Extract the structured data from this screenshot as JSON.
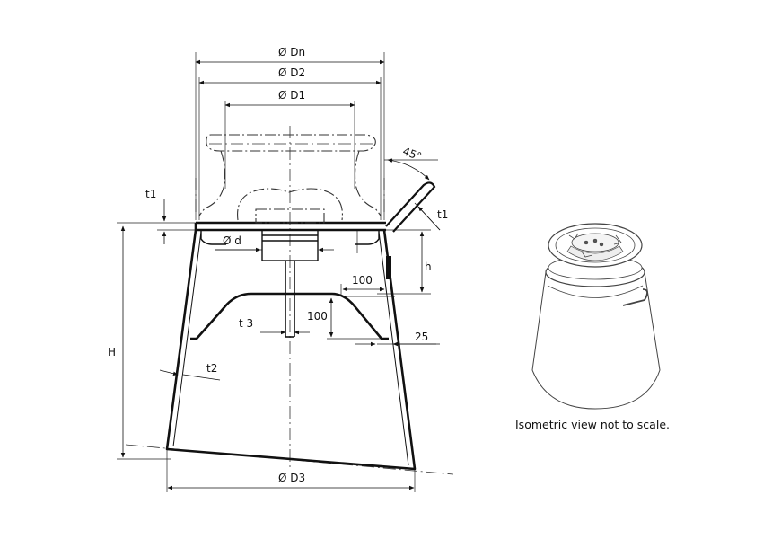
{
  "dimensions": {
    "dn": "Ø Dn",
    "d2": "Ø D2",
    "d1": "Ø D1",
    "angle": "45°",
    "t1_left": "t1",
    "t1_right": "t1",
    "d_small": "Ø d",
    "h_small": "h",
    "len_100_horizontal": "100",
    "len_100_vertical": "100",
    "t3": "t 3",
    "len_25": "25",
    "t2": "t2",
    "H": "H",
    "d3": "Ø D3"
  },
  "caption": "Isometric view not to scale."
}
